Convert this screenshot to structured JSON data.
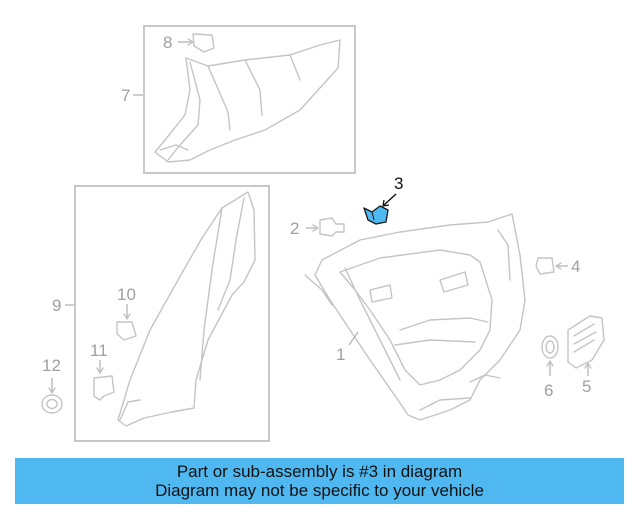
{
  "diagram": {
    "callouts": [
      {
        "id": "1",
        "label": "1"
      },
      {
        "id": "2",
        "label": "2"
      },
      {
        "id": "3",
        "label": "3"
      },
      {
        "id": "4",
        "label": "4"
      },
      {
        "id": "5",
        "label": "5"
      },
      {
        "id": "6",
        "label": "6"
      },
      {
        "id": "7",
        "label": "7"
      },
      {
        "id": "8",
        "label": "8"
      },
      {
        "id": "9",
        "label": "9"
      },
      {
        "id": "10",
        "label": "10"
      },
      {
        "id": "11",
        "label": "11"
      },
      {
        "id": "12",
        "label": "12"
      }
    ],
    "highlight_color": "#4fb8f0",
    "highlighted_part": "3"
  },
  "banner": {
    "line1": "Part or sub-assembly is #3 in diagram",
    "line2": "Diagram may not be specific to your vehicle",
    "background": "#4fb8f0"
  }
}
